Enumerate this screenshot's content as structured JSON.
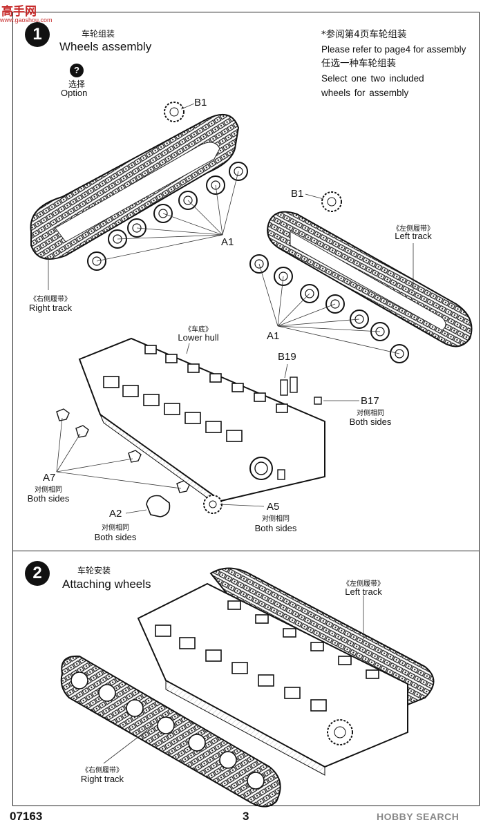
{
  "watermark": {
    "site_cn": "高手网",
    "site_url": "www.gaoshou.com",
    "bottom_brand": "HOBBY SEARCH"
  },
  "steps": [
    {
      "number": "1",
      "title_cn": "车轮组装",
      "title_en": "Wheels assembly"
    },
    {
      "number": "2",
      "title_cn": "车轮安装",
      "title_en": "Attaching wheels"
    }
  ],
  "option": {
    "symbol": "?",
    "cn": "选择",
    "en": "Option"
  },
  "notes": {
    "line1_cn": "*参阅第4页车轮组装",
    "line1_en": "Please refer to page4 for assembly",
    "line2_cn": "任选一种车轮组装",
    "line2_en_a": "Select  one  two  included",
    "line2_en_b": "wheels  for  assembly"
  },
  "parts": {
    "b1": "B1",
    "a1": "A1",
    "b19": "B19",
    "b17": "B17",
    "a7": "A7",
    "a2": "A2",
    "a5": "A5"
  },
  "labels": {
    "right_track_cn": "《右侧履带》",
    "right_track_en": "Right track",
    "left_track_cn": "《左侧履带》",
    "left_track_en": "Left track",
    "lower_hull_cn": "《车底》",
    "lower_hull_en": "Lower hull",
    "both_sides_cn": "对侧相同",
    "both_sides_en": "Both sides"
  },
  "footer": {
    "code": "07163",
    "page": "3"
  }
}
